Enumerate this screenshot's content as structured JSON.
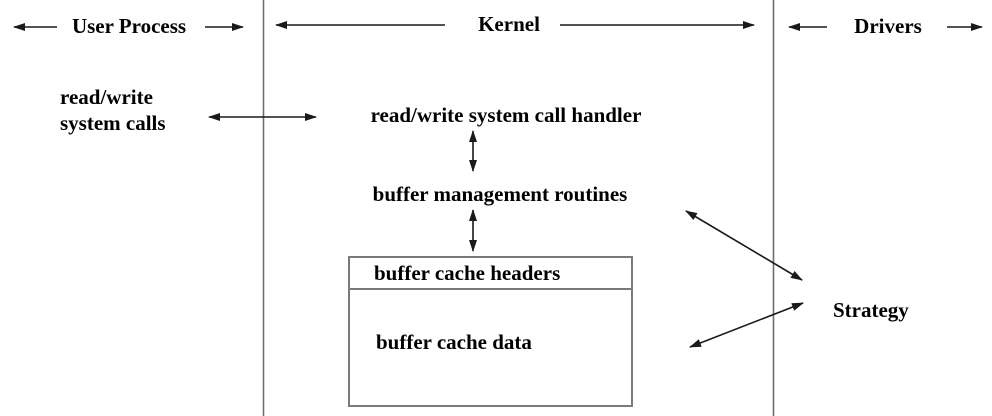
{
  "diagram": {
    "sections": {
      "user_process": "User Process",
      "kernel": "Kernel",
      "drivers": "Drivers"
    },
    "labels": {
      "system_calls_line1": "read/write",
      "system_calls_line2": "system calls",
      "syscall_handler": "read/write system call handler",
      "buffer_management": "buffer management routines",
      "cache_headers": "buffer cache headers",
      "cache_data": "buffer cache data",
      "strategy": "Strategy"
    },
    "colors": {
      "background": "#ffffff",
      "text": "#000000",
      "arrow_line": "#1a1a1a",
      "divider_line": "#6e6e6e",
      "box_border": "#7a7a7a"
    }
  }
}
